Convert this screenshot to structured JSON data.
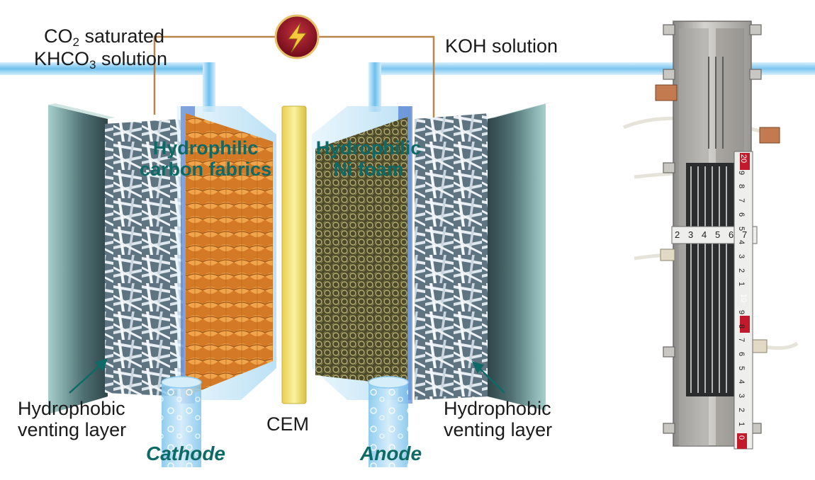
{
  "labels": {
    "co2_prefix": "CO",
    "co2_sub": "2",
    "co2_suffix": " saturated",
    "khco3_prefix": "KHCO",
    "khco3_sub": "3",
    "khco3_suffix": " solution",
    "koh_solution": "KOH solution",
    "hydrophilic_left_line1": "Hydrophilic",
    "hydrophilic_left_line2": "carbon fabrics",
    "hydrophilic_right_line1": "Hydrophilic",
    "hydrophilic_right_line2": "Ni foam",
    "hydrophobic_left_line1": "Hydrophobic",
    "hydrophobic_left_line2": "venting layer",
    "hydrophobic_right_line1": "Hydrophobic",
    "hydrophobic_right_line2": "venting layer",
    "cem": "CEM",
    "cathode": "Cathode",
    "anode": "Anode"
  },
  "ruler": {
    "horizontal_ticks": [
      "2",
      "3",
      "4",
      "5",
      "6",
      "7"
    ],
    "vertical_ticks": [
      "20",
      "9",
      "8",
      "7",
      "6",
      "5",
      "4",
      "3",
      "2",
      "1",
      "10",
      "9",
      "8",
      "7",
      "6",
      "5",
      "4",
      "3",
      "2",
      "1",
      "0"
    ]
  },
  "colors": {
    "teal_label": "#0e6a66",
    "carbon_fabric": "#e8943a",
    "ni_foam": "#6b6b3c",
    "membrane": "#f0e070",
    "power_icon": "#8b1020",
    "wire": "#b8864a"
  },
  "icons": {
    "power_source": "lightning-bolt-icon"
  }
}
